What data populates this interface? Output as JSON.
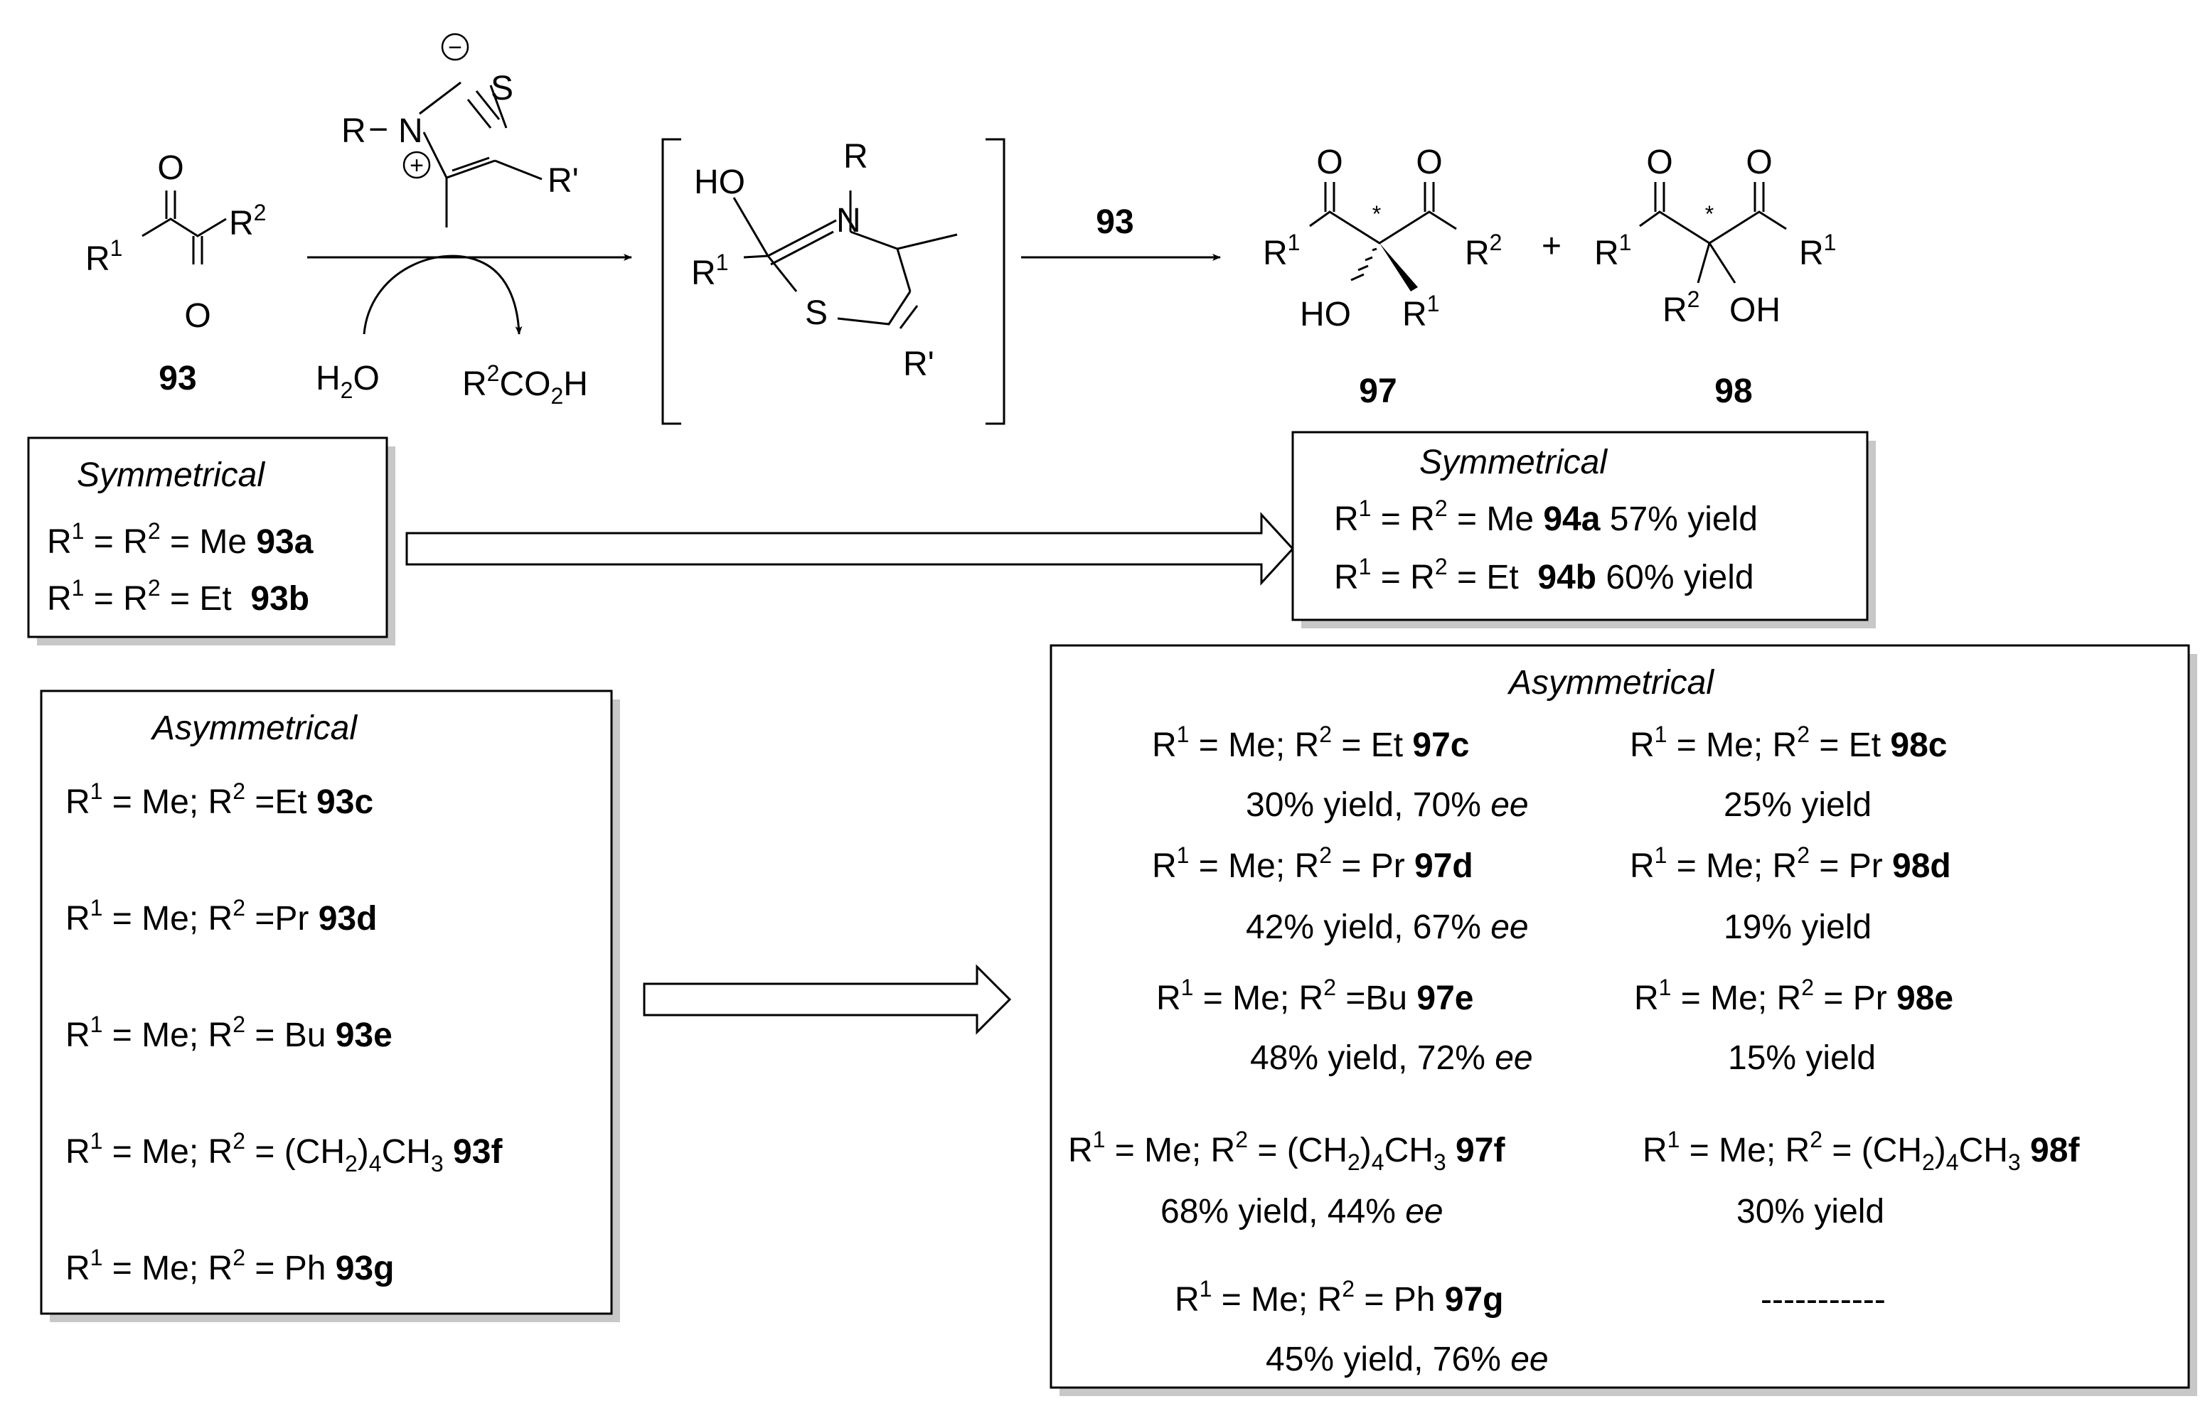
{
  "scheme": {
    "reactant": {
      "o_top": "O",
      "r1": "R",
      "r1_sup": "1",
      "r2": "R",
      "r2_sup": "2",
      "o_bottom": "O",
      "label": "93"
    },
    "catalyst": {
      "minus": "−",
      "plus": "+",
      "s": "S",
      "n": "N",
      "r": "R",
      "dash": "−",
      "rprime": "R'"
    },
    "water": {
      "h": "H",
      "sub": "2",
      "o": "O"
    },
    "byproduct": {
      "r": "R",
      "sup": "2",
      "co": "CO",
      "sub": "2",
      "h": "H"
    },
    "intermediate": {
      "ho": "HO",
      "r": "R",
      "n": "N",
      "r1": "R",
      "r1_sup": "1",
      "s": "S",
      "rprime": "R'"
    },
    "arrow2_label": "93",
    "product97": {
      "o1": "O",
      "o2": "O",
      "r1": "R",
      "r1_sup": "1",
      "star": "*",
      "r2": "R",
      "r2_sup": "2",
      "ho": "HO",
      "r1b": "R",
      "r1b_sup": "1",
      "label": "97"
    },
    "plus": "+",
    "product98": {
      "o1": "O",
      "o2": "O",
      "r1": "R",
      "r1_sup": "1",
      "star": "*",
      "r1b": "R",
      "r1b_sup": "1",
      "r2": "R",
      "r2_sup": "2",
      "oh": "OH",
      "label": "98"
    }
  },
  "sym_left": {
    "title": "Symmetrical",
    "rows": [
      {
        "pre": "R",
        "s1": "1",
        "mid": " = R",
        "s2": "2",
        "post": " = Me ",
        "bold": "93a"
      },
      {
        "pre": "R",
        "s1": "1",
        "mid": " = R",
        "s2": "2",
        "post": " = Et  ",
        "bold": "93b"
      }
    ]
  },
  "sym_right": {
    "title": "Symmetrical",
    "rows": [
      {
        "pre": "R",
        "s1": "1",
        "mid": " = R",
        "s2": "2",
        "post": " = Me ",
        "bold": "94a",
        "tail": " 57% yield"
      },
      {
        "pre": "R",
        "s1": "1",
        "mid": " = R",
        "s2": "2",
        "post": " = Et  ",
        "bold": "94b",
        "tail": " 60% yield"
      }
    ]
  },
  "asym_left": {
    "title": "Asymmetrical",
    "rows": [
      {
        "pre": "R",
        "s1": "1",
        "mid": " = Me; R",
        "s2": "2",
        "post": " =Et ",
        "bold": "93c"
      },
      {
        "pre": "R",
        "s1": "1",
        "mid": " = Me; R",
        "s2": "2",
        "post": " =Pr ",
        "bold": "93d"
      },
      {
        "pre": "R",
        "s1": "1",
        "mid": " = Me; R",
        "s2": "2",
        "post": " = Bu ",
        "bold": "93e"
      },
      {
        "pre": "R",
        "s1": "1",
        "mid": " = Me; R",
        "s2": "2",
        "post": " = (CH",
        "sub1": "2",
        "post2": ")",
        "sub2": "4",
        "post3": "CH",
        "sub3": "3",
        "post4": " ",
        "bold": "93f"
      },
      {
        "pre": "R",
        "s1": "1",
        "mid": " = Me; R",
        "s2": "2",
        "post": " = Ph ",
        "bold": "93g"
      }
    ]
  },
  "asym_right": {
    "title": "Asymmetrical",
    "c97c": {
      "pre": "R",
      "s1": "1",
      "mid": " = Me; R",
      "s2": "2",
      "post": " = Et ",
      "bold": "97c",
      "yield": "30% yield, 70% ",
      "ee": "ee"
    },
    "c98c": {
      "pre": "R",
      "s1": "1",
      "mid": " = Me; R",
      "s2": "2",
      "post": " = Et ",
      "bold": "98c",
      "yield": "25% yield"
    },
    "c97d": {
      "pre": "R",
      "s1": "1",
      "mid": " = Me; R",
      "s2": "2",
      "post": " = Pr ",
      "bold": "97d",
      "yield": "42% yield, 67% ",
      "ee": "ee"
    },
    "c98d": {
      "pre": "R",
      "s1": "1",
      "mid": " = Me; R",
      "s2": "2",
      "post": " = Pr ",
      "bold": "98d",
      "yield": "19% yield"
    },
    "c97e": {
      "pre": "R",
      "s1": "1",
      "mid": " = Me; R",
      "s2": "2",
      "post": " =Bu ",
      "bold": "97e",
      "yield": "48% yield, 72% ",
      "ee": "ee"
    },
    "c98e": {
      "pre": "R",
      "s1": "1",
      "mid": " = Me; R",
      "s2": "2",
      "post": " = Pr ",
      "bold": "98e",
      "yield": "15% yield"
    },
    "c97f": {
      "pre": "R",
      "s1": "1",
      "mid": " = Me; R",
      "s2": "2",
      "post": " = (CH",
      "sub1": "2",
      "post2": ")",
      "sub2": "4",
      "post3": "CH",
      "sub3": "3",
      "post4": " ",
      "bold": "97f",
      "yield": "68% yield, 44% ",
      "ee": "ee"
    },
    "c98f": {
      "pre": "R",
      "s1": "1",
      "mid": " = Me; R",
      "s2": "2",
      "post": " = (CH",
      "sub1": "2",
      "post2": ")",
      "sub2": "4",
      "post3": "CH",
      "sub3": "3",
      "post4": " ",
      "bold": "98f",
      "yield": "30% yield"
    },
    "c97g": {
      "pre": "R",
      "s1": "1",
      "mid": " = Me; R",
      "s2": "2",
      "post": " = Ph ",
      "bold": "97g",
      "yield": "45% yield, 76% ",
      "ee": "ee"
    },
    "dashes": "-----------"
  }
}
